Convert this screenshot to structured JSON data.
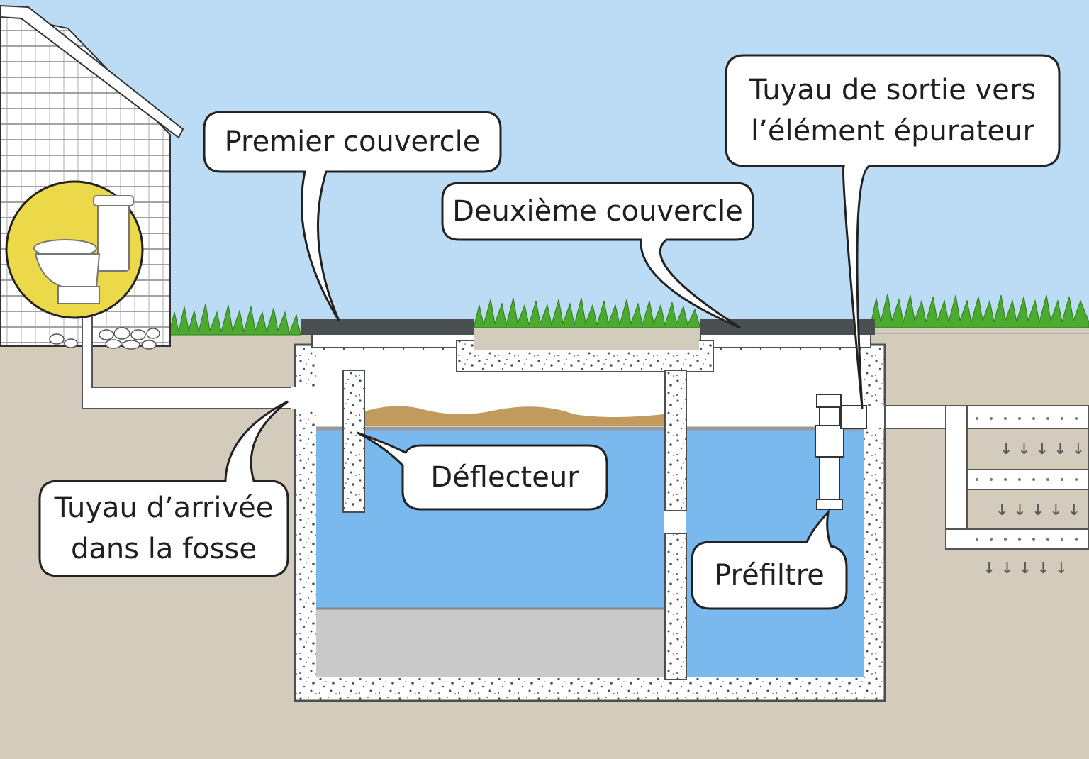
{
  "labels": {
    "premier_couvercle": "Premier couvercle",
    "deuxieme_couvercle": "Deuxième couvercle",
    "tuyau_sortie_line1": "Tuyau de sortie vers",
    "tuyau_sortie_line2": "l’élément épurateur",
    "deflecteur": "Déflecteur",
    "tuyau_arrivee_line1": "Tuyau d’arrivée",
    "tuyau_arrivee_line2": "dans la fosse",
    "prefiltre": "Préfiltre"
  },
  "colors": {
    "sky": "#bcdcf5",
    "soil": "#d3cbbb",
    "water": "#7ab9ee",
    "sludge": "#c9c9c9",
    "scum": "#c19a5e",
    "lid": "#4a4f52",
    "grass": "#4caa2e",
    "toilet_circle": "#ecd94a",
    "concrete": "#ffffff",
    "outline": "#4a4f52"
  },
  "icons": {
    "house": "house-siding",
    "toilet": "toilet-icon",
    "arrows": "down-arrow-icon"
  }
}
